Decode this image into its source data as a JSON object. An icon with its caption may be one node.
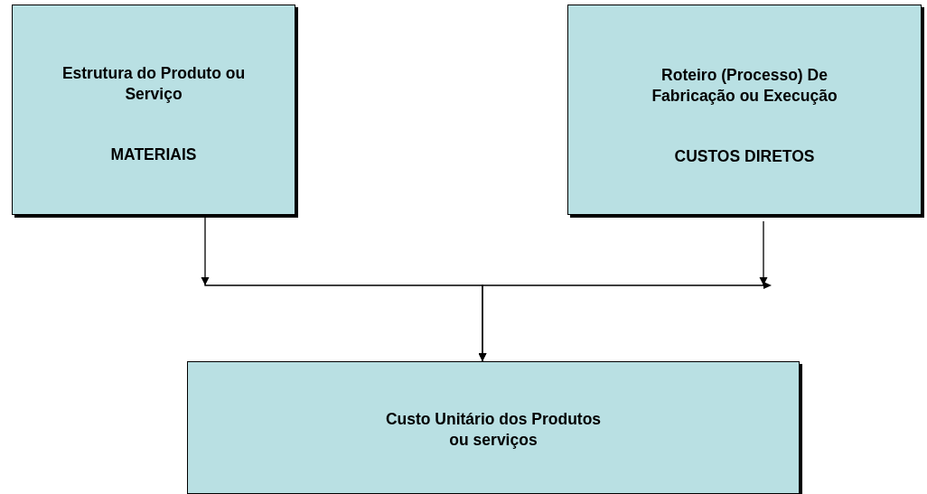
{
  "diagram": {
    "nodes": [
      {
        "text": [
          "Estrutura do Produto ou Serviço",
          "MATERIAIS"
        ]
      },
      {
        "text": [
          "Roteiro (Processo) De Fabricação ou Execução",
          "CUSTOS DIRETOS"
        ]
      },
      {
        "text": [
          "Custo Unitário dos Produtos ou serviços"
        ]
      }
    ],
    "edges": [
      {
        "from": 0,
        "to": 2,
        "arrow": "to"
      },
      {
        "from": 1,
        "to": 2,
        "arrow": "to"
      }
    ]
  }
}
